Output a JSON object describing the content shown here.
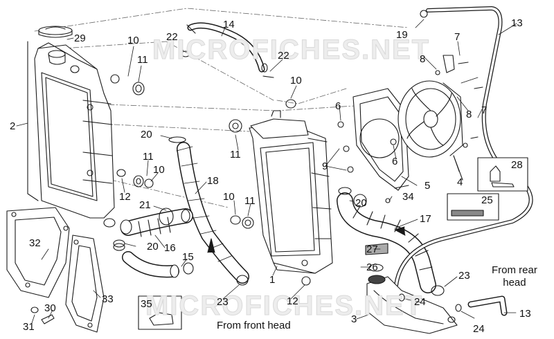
{
  "watermarks": [
    "MICROFICHES.NET",
    "MICROFICHES.NET"
  ],
  "parts": {
    "p2": "2",
    "p3": "3",
    "p4": "4",
    "p5": "5",
    "p6a": "6",
    "p6b": "6",
    "p7a": "7",
    "p7b": "7",
    "p8a": "8",
    "p8b": "8",
    "p9": "9",
    "p10a": "10",
    "p10b": "10",
    "p10c": "10",
    "p10d": "10",
    "p11a": "11",
    "p11b": "11",
    "p11c": "11",
    "p11d": "11",
    "p12a": "12",
    "p12b": "12",
    "p13a": "13",
    "p13b": "13",
    "p14": "14",
    "p15": "15",
    "p16": "16",
    "p17": "17",
    "p18": "18",
    "p19": "19",
    "p20a": "20",
    "p20b": "20",
    "p20c": "20",
    "p21": "21",
    "p22a": "22",
    "p22b": "22",
    "p23a": "23",
    "p23b": "23",
    "p24a": "24",
    "p24b": "24",
    "p25": "25",
    "p26": "26",
    "p27": "27",
    "p28": "28",
    "p29": "29",
    "p30": "30",
    "p31": "31",
    "p32": "32",
    "p33": "33",
    "p34": "34",
    "p35": "35",
    "p1": "1"
  },
  "notes": {
    "front_head": "From front head",
    "rear_head": "From rear\nhead"
  },
  "colors": {
    "line": "#1a1a1a",
    "fill": "#ffffff",
    "watermark": "#e6e6e6"
  }
}
